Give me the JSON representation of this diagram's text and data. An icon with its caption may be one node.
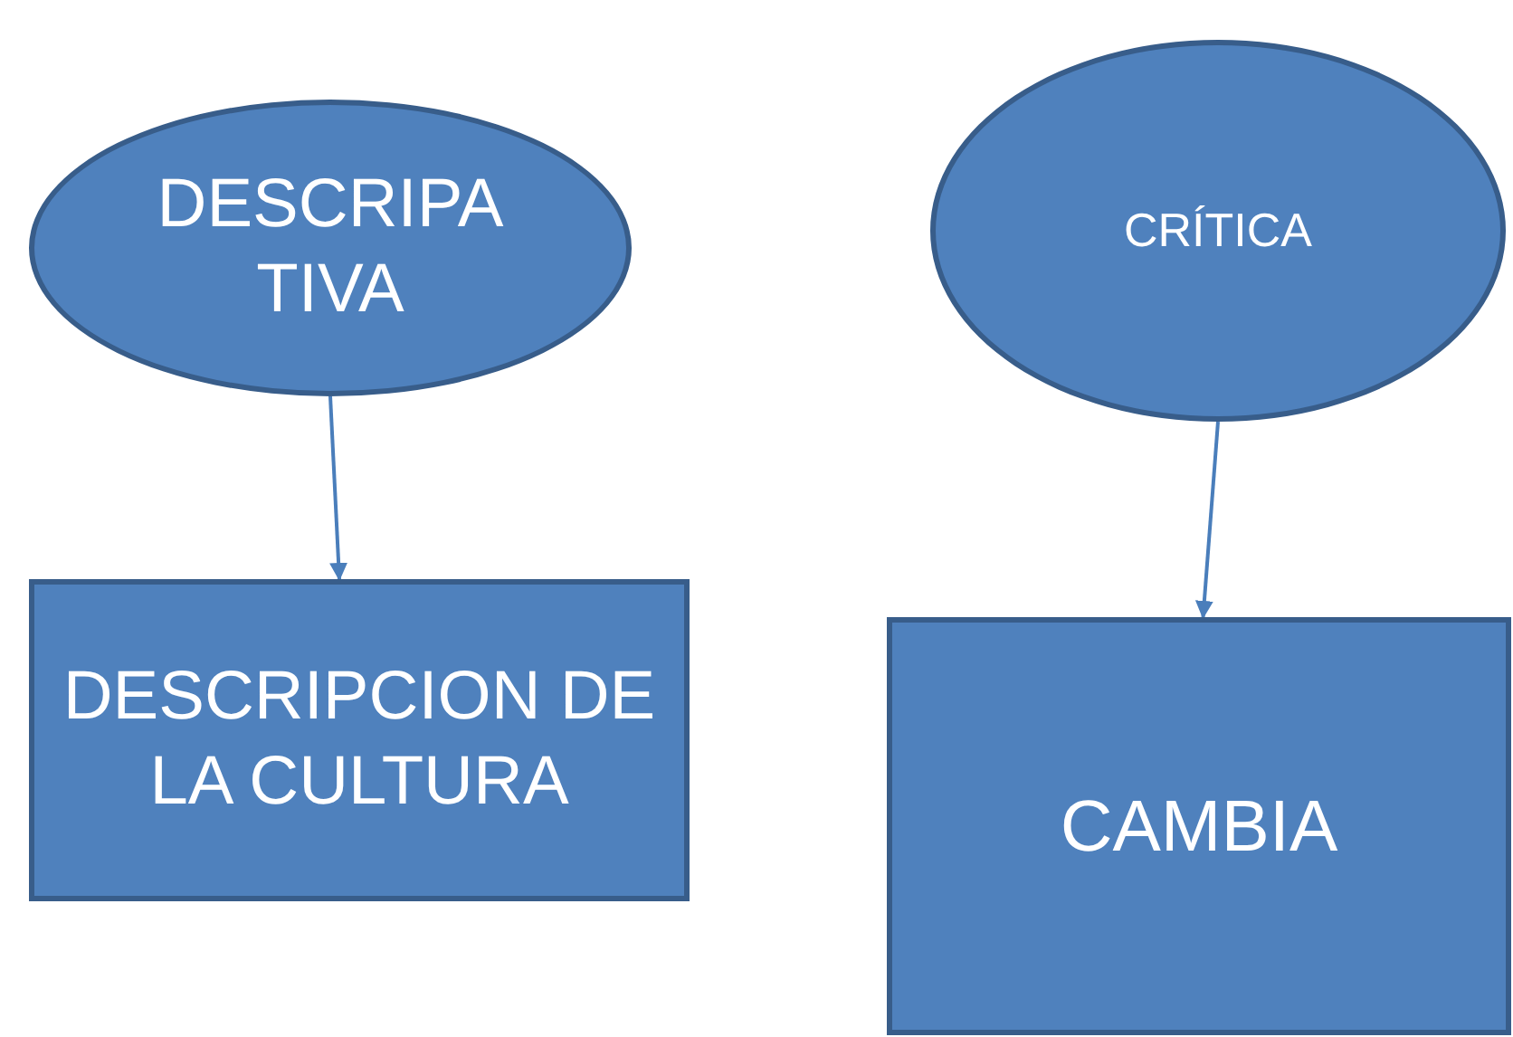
{
  "diagram": {
    "nodes": [
      {
        "text": [
          "DESCRIPA TIVA"
        ]
      },
      {
        "text": [
          "DESCRIPCION DE LA CULTURA"
        ]
      },
      {
        "text": [
          "CRÍTICA"
        ]
      },
      {
        "text": [
          "CAMBIA"
        ]
      }
    ],
    "edges": [
      {
        "from": 0,
        "to": 1,
        "arrow": "to"
      },
      {
        "from": 2,
        "to": 3,
        "arrow": "to"
      }
    ]
  }
}
